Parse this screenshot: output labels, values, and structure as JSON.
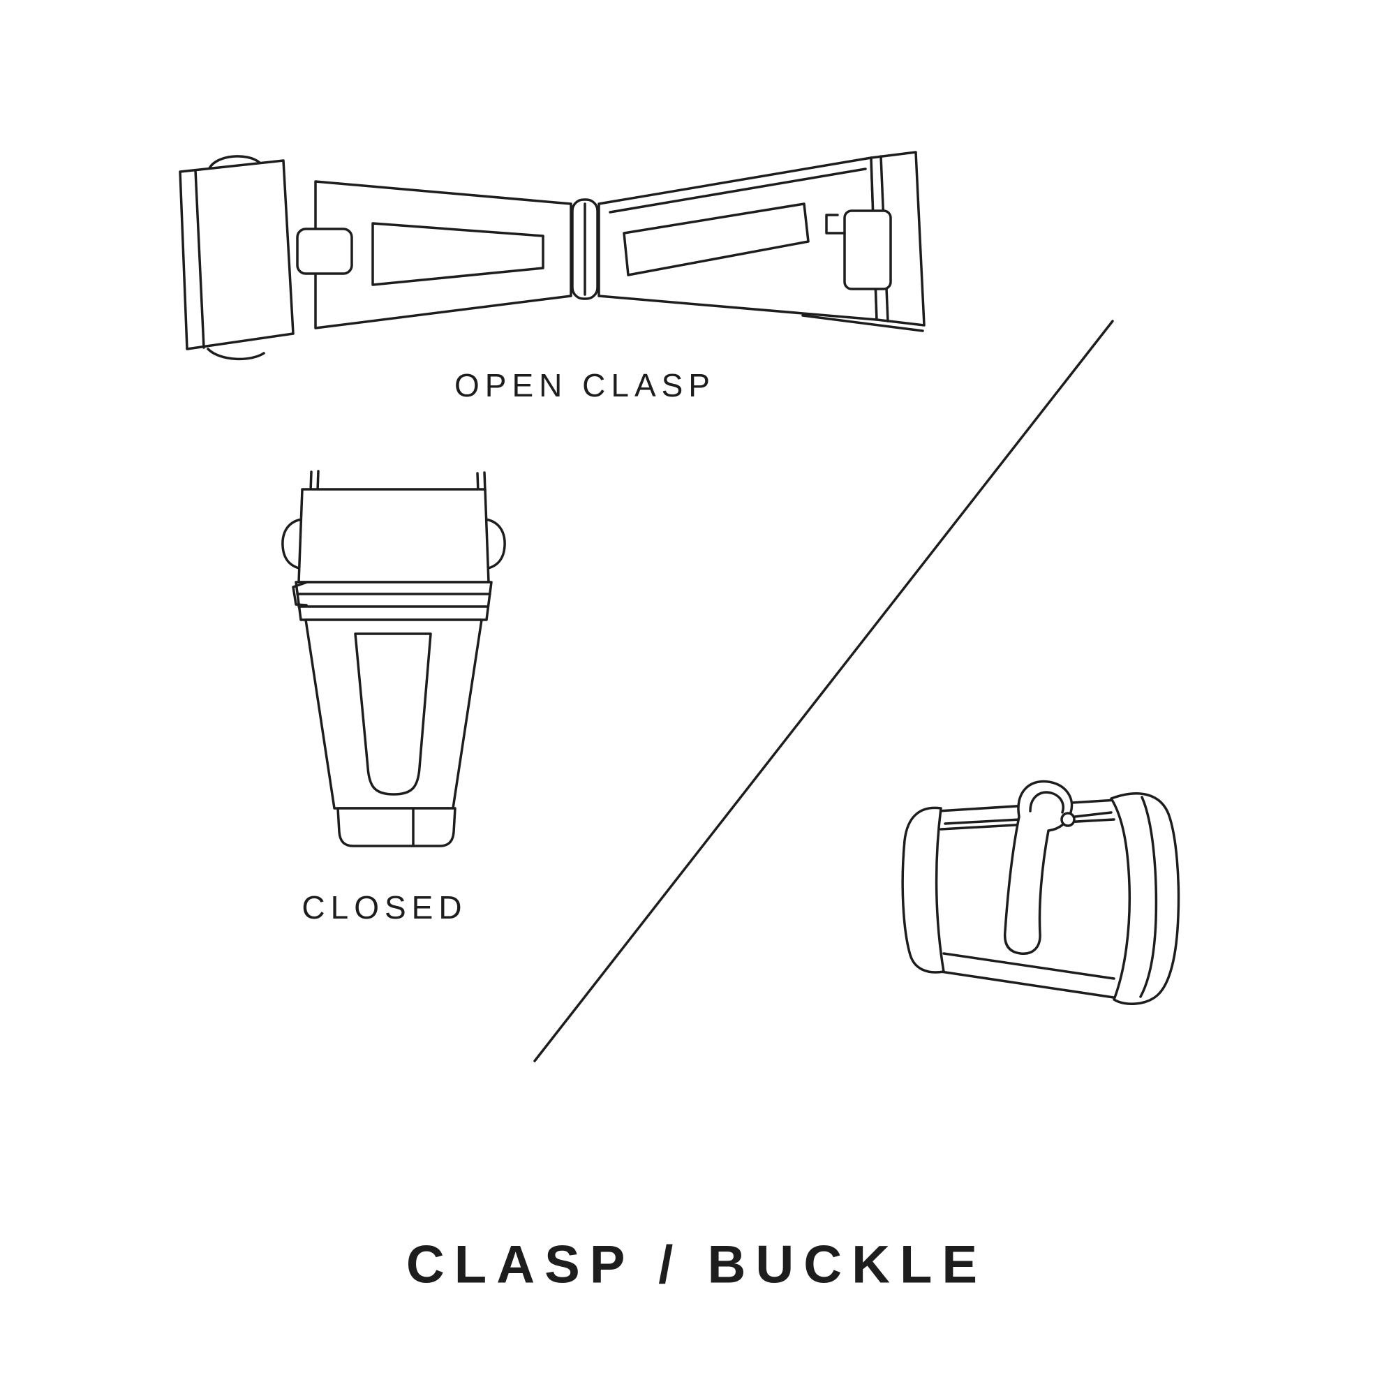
{
  "page": {
    "background": "#ffffff",
    "ink": "#1d1d1d"
  },
  "labels": {
    "open_clasp": "OPEN CLASP",
    "closed": "CLOSED",
    "title": "CLASP / BUCKLE"
  }
}
